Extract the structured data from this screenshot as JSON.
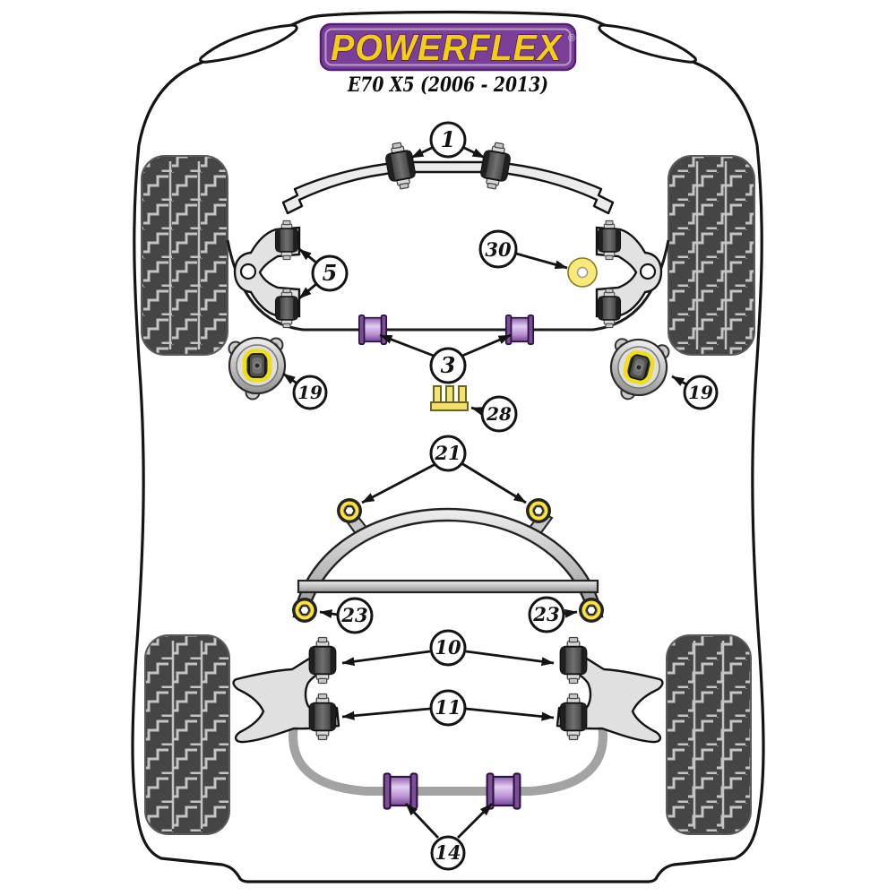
{
  "title": {
    "brand": "POWERFLEX",
    "registered": "®",
    "model": "E70 X5 (2006 - 2013)"
  },
  "callouts": {
    "n1": "1",
    "n3": "3",
    "n5": "5",
    "n10": "10",
    "n11": "11",
    "n14": "14",
    "n19": "19",
    "n21": "21",
    "n23": "23",
    "n28": "28",
    "n30": "30"
  },
  "colors": {
    "brand_purple": "#7b3e99",
    "brand_yellow": "#f2cf16",
    "bushing_purple": "#b78fd1",
    "bushing_yellow": "#ffe23e",
    "metal_gray": "#c9c9c9",
    "tire_dark": "#454545",
    "outline_black": "#141414"
  }
}
